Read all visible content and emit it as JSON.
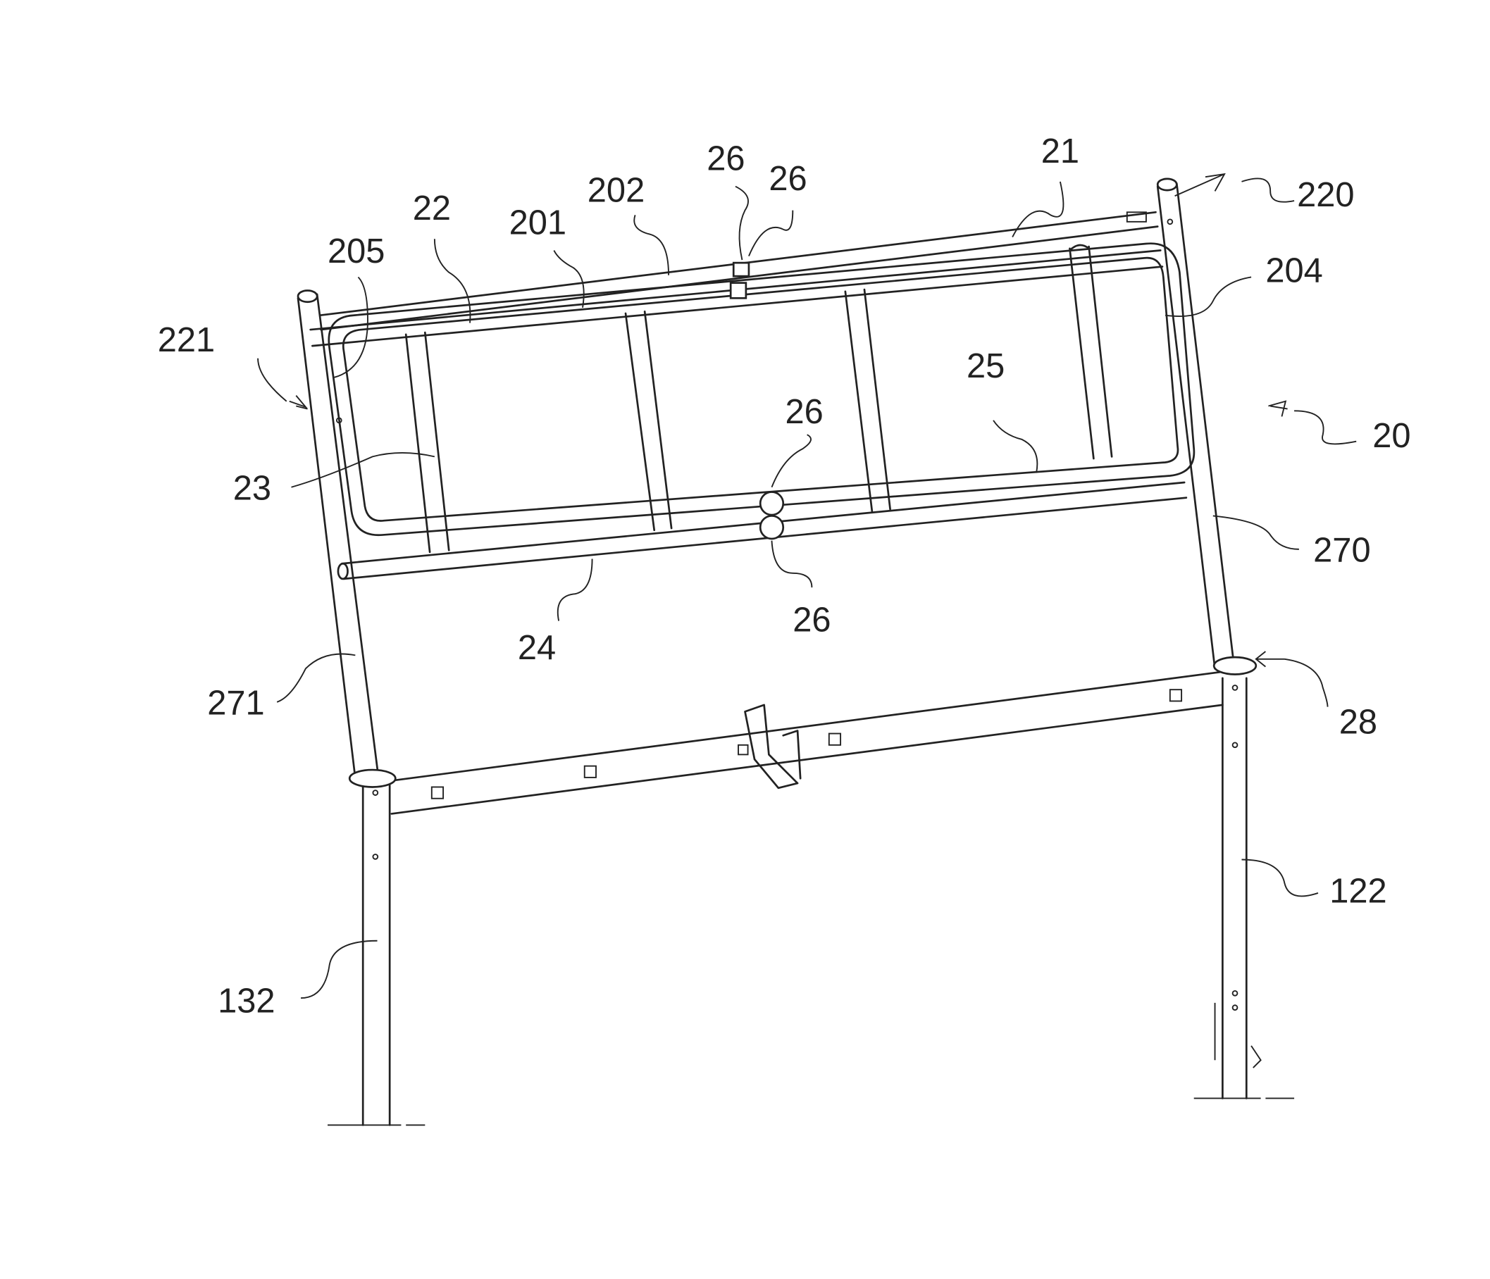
{
  "figure": {
    "reference_labels": [
      "21",
      "220",
      "204",
      "26",
      "26",
      "202",
      "201",
      "22",
      "205",
      "221",
      "25",
      "26",
      "20",
      "23",
      "270",
      "26",
      "24",
      "271",
      "28",
      "122",
      "132"
    ]
  }
}
